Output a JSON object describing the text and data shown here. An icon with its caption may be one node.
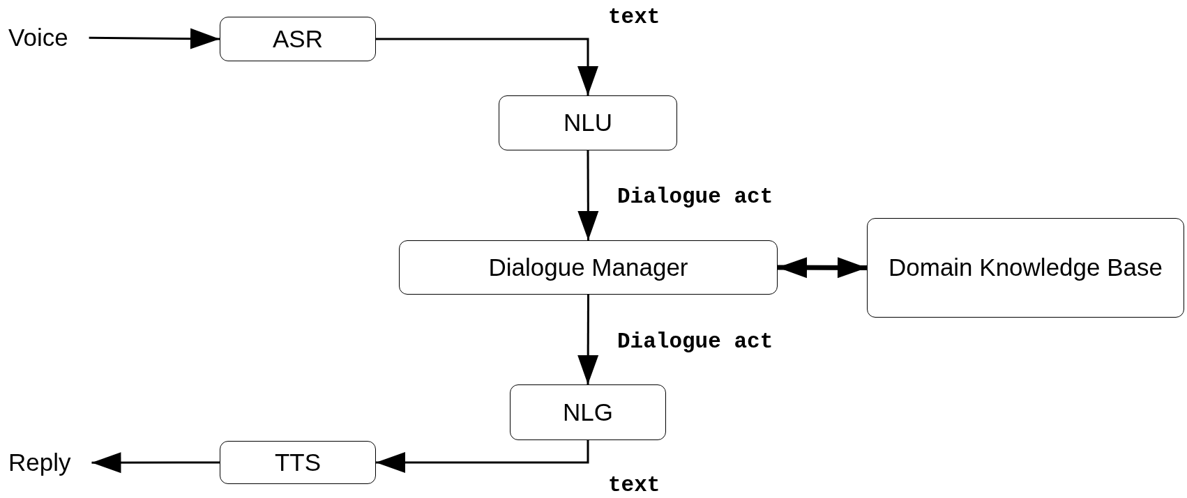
{
  "diagram": {
    "nodes": [
      {
        "text": [
          "Voice"
        ]
      },
      {
        "text": [
          "ASR"
        ]
      },
      {
        "text": [
          "NLU"
        ]
      },
      {
        "text": [
          "Dialogue Manager"
        ]
      },
      {
        "text": [
          "Domain Knowledge Base"
        ]
      },
      {
        "text": [
          "NLG"
        ]
      },
      {
        "text": [
          "TTS"
        ]
      },
      {
        "text": [
          "Reply"
        ]
      }
    ],
    "edges": [
      {
        "from": 0,
        "to": 1,
        "arrow": "to"
      },
      {
        "from": 1,
        "to": 2,
        "arrow": "to",
        "label": "text"
      },
      {
        "from": 2,
        "to": 3,
        "arrow": "to",
        "label": "Dialogue act"
      },
      {
        "from": 3,
        "to": 4,
        "arrow": "both",
        "style": "thick"
      },
      {
        "from": 3,
        "to": 5,
        "arrow": "to",
        "label": "Dialogue act"
      },
      {
        "from": 5,
        "to": 6,
        "arrow": "to",
        "label": "text"
      },
      {
        "from": 6,
        "to": 7,
        "arrow": "to"
      }
    ]
  }
}
